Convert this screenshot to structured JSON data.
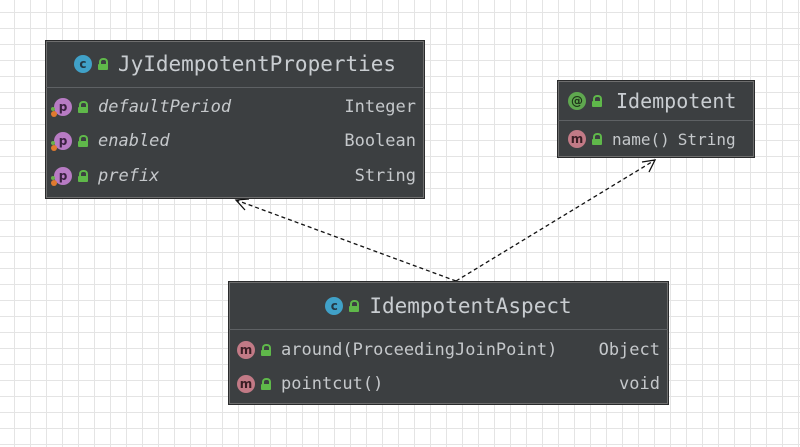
{
  "classes": {
    "properties": {
      "kind_glyph": "c",
      "name": "JyIdempotentProperties",
      "members": [
        {
          "kind_glyph": "p",
          "name": "defaultPeriod",
          "type": "Integer"
        },
        {
          "kind_glyph": "p",
          "name": "enabled",
          "type": "Boolean"
        },
        {
          "kind_glyph": "p",
          "name": "prefix",
          "type": "String"
        }
      ]
    },
    "annotation": {
      "kind_glyph": "@",
      "name": "Idempotent",
      "members": [
        {
          "kind_glyph": "m",
          "name": "name()",
          "type": "String"
        }
      ]
    },
    "aspect": {
      "kind_glyph": "c",
      "name": "IdempotentAspect",
      "members": [
        {
          "kind_glyph": "m",
          "name": "around(ProceedingJoinPoint)",
          "type": "Object"
        },
        {
          "kind_glyph": "m",
          "name": "pointcut()",
          "type": "void"
        }
      ]
    }
  },
  "relations": [
    {
      "from": "IdempotentAspect",
      "to": "JyIdempotentProperties",
      "style": "dashed",
      "arrow": "open"
    },
    {
      "from": "IdempotentAspect",
      "to": "Idempotent",
      "style": "dashed",
      "arrow": "open"
    }
  ],
  "colors": {
    "node_background": "#3c3f41",
    "text": "#c5c8cb",
    "class_icon": "#40a1c8",
    "annotation_icon": "#5fa84f",
    "property_icon": "#b87bc4",
    "method_icon": "#c27a86",
    "lock_icon": "#5fb84a",
    "edge": "#111111"
  }
}
